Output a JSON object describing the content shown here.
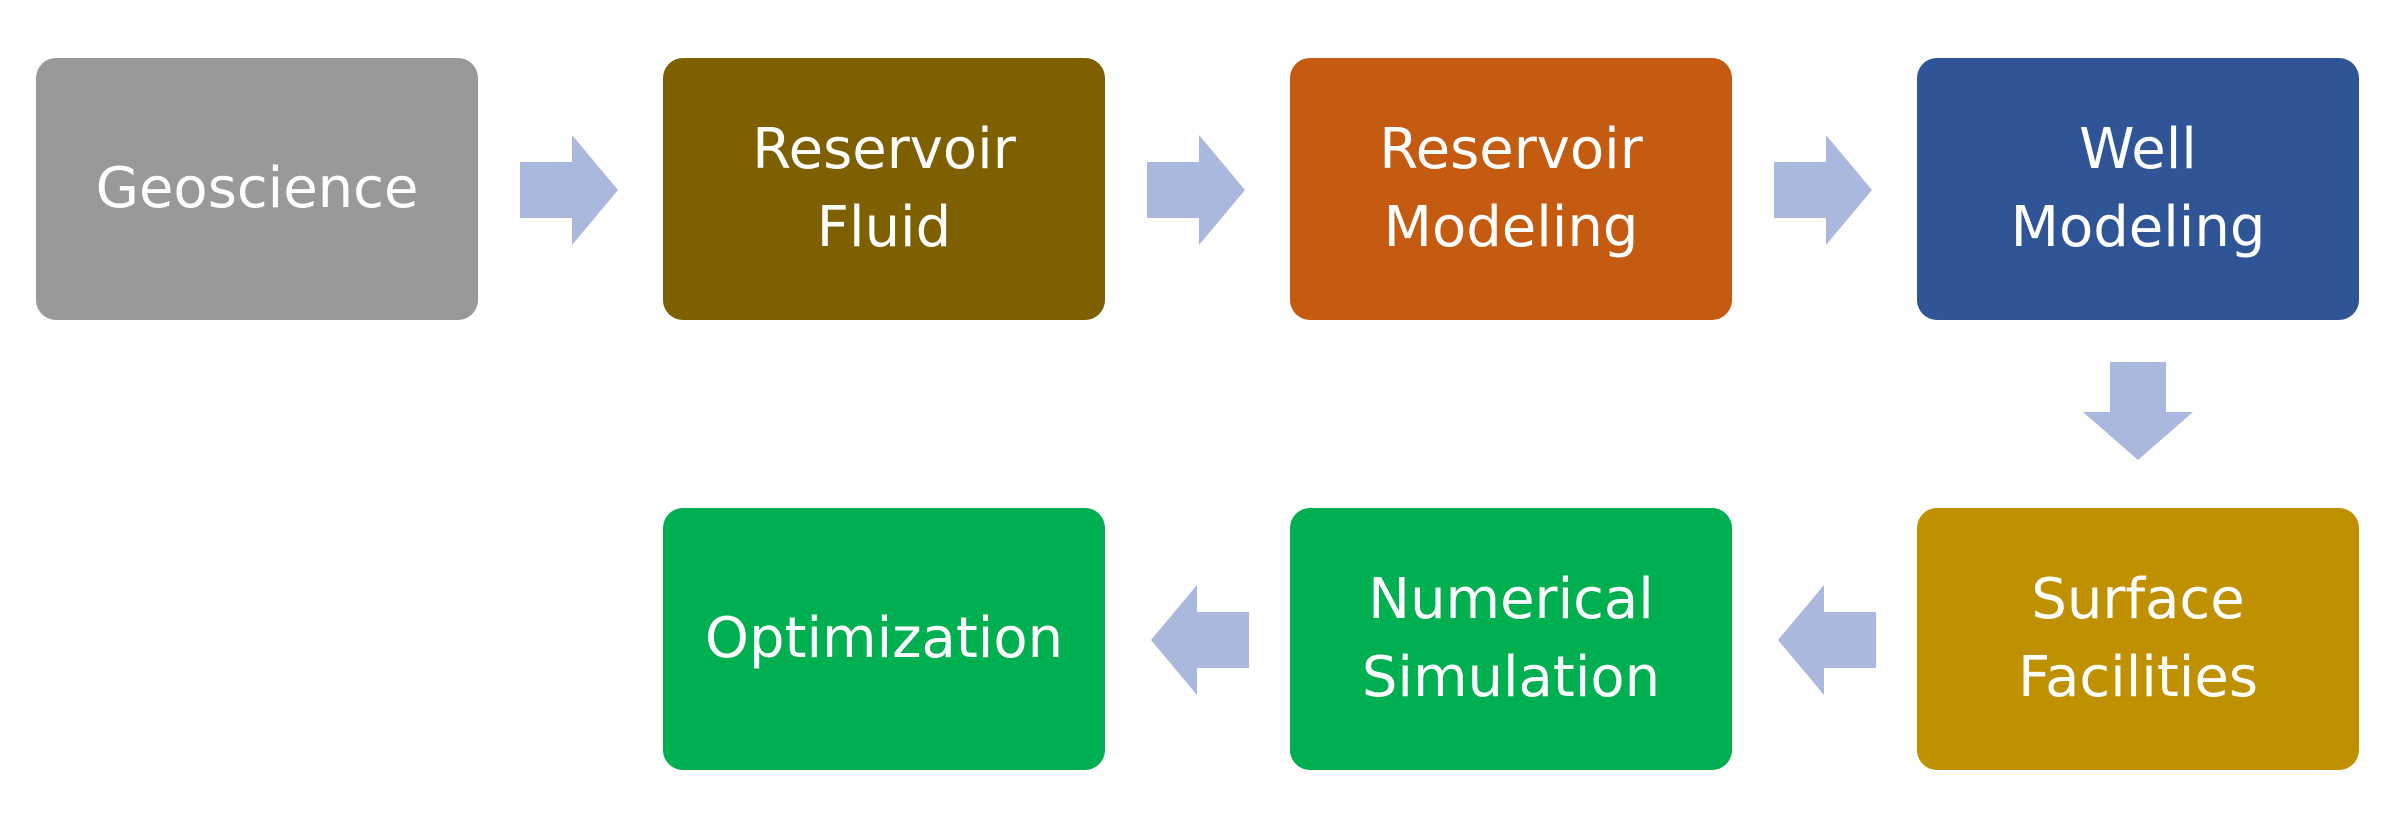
{
  "colors": {
    "arrow": "#AAB8DD",
    "background": "#FFFFFF",
    "text": "#FFFFFF"
  },
  "boxes": [
    {
      "id": "geoscience",
      "label": "Geoscience",
      "color": "#999999"
    },
    {
      "id": "reservoir-fluid",
      "label": "Reservoir\nFluid",
      "color": "#7F6000"
    },
    {
      "id": "reservoir-modeling",
      "label": "Reservoir\nModeling",
      "color": "#C55A11"
    },
    {
      "id": "well-modeling",
      "label": "Well\nModeling",
      "color": "#2F5597"
    },
    {
      "id": "surface-facilities",
      "label": "Surface\nFacilities",
      "color": "#BF9000"
    },
    {
      "id": "numerical-simulation",
      "label": "Numerical\nSimulation",
      "color": "#00B050"
    },
    {
      "id": "optimization",
      "label": "Optimization",
      "color": "#00B050"
    }
  ],
  "flow": [
    {
      "from": "geoscience",
      "to": "reservoir-fluid",
      "direction": "right"
    },
    {
      "from": "reservoir-fluid",
      "to": "reservoir-modeling",
      "direction": "right"
    },
    {
      "from": "reservoir-modeling",
      "to": "well-modeling",
      "direction": "right"
    },
    {
      "from": "well-modeling",
      "to": "surface-facilities",
      "direction": "down"
    },
    {
      "from": "surface-facilities",
      "to": "numerical-simulation",
      "direction": "left"
    },
    {
      "from": "numerical-simulation",
      "to": "optimization",
      "direction": "left"
    }
  ]
}
